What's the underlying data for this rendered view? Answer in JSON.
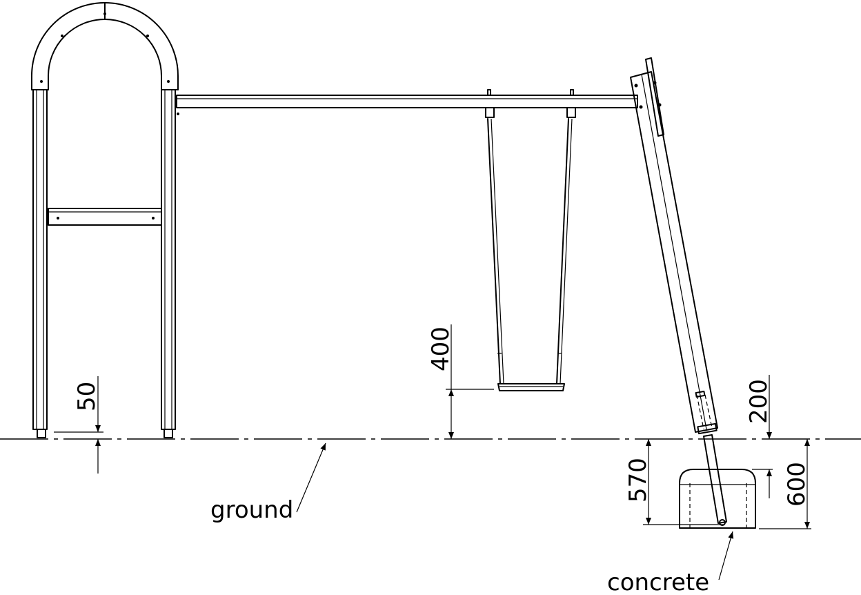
{
  "labels": {
    "ground": "ground",
    "concrete": "concrete"
  },
  "dimensions": {
    "d50": "50",
    "d400": "400",
    "d200": "200",
    "d570": "570",
    "d600": "600"
  }
}
